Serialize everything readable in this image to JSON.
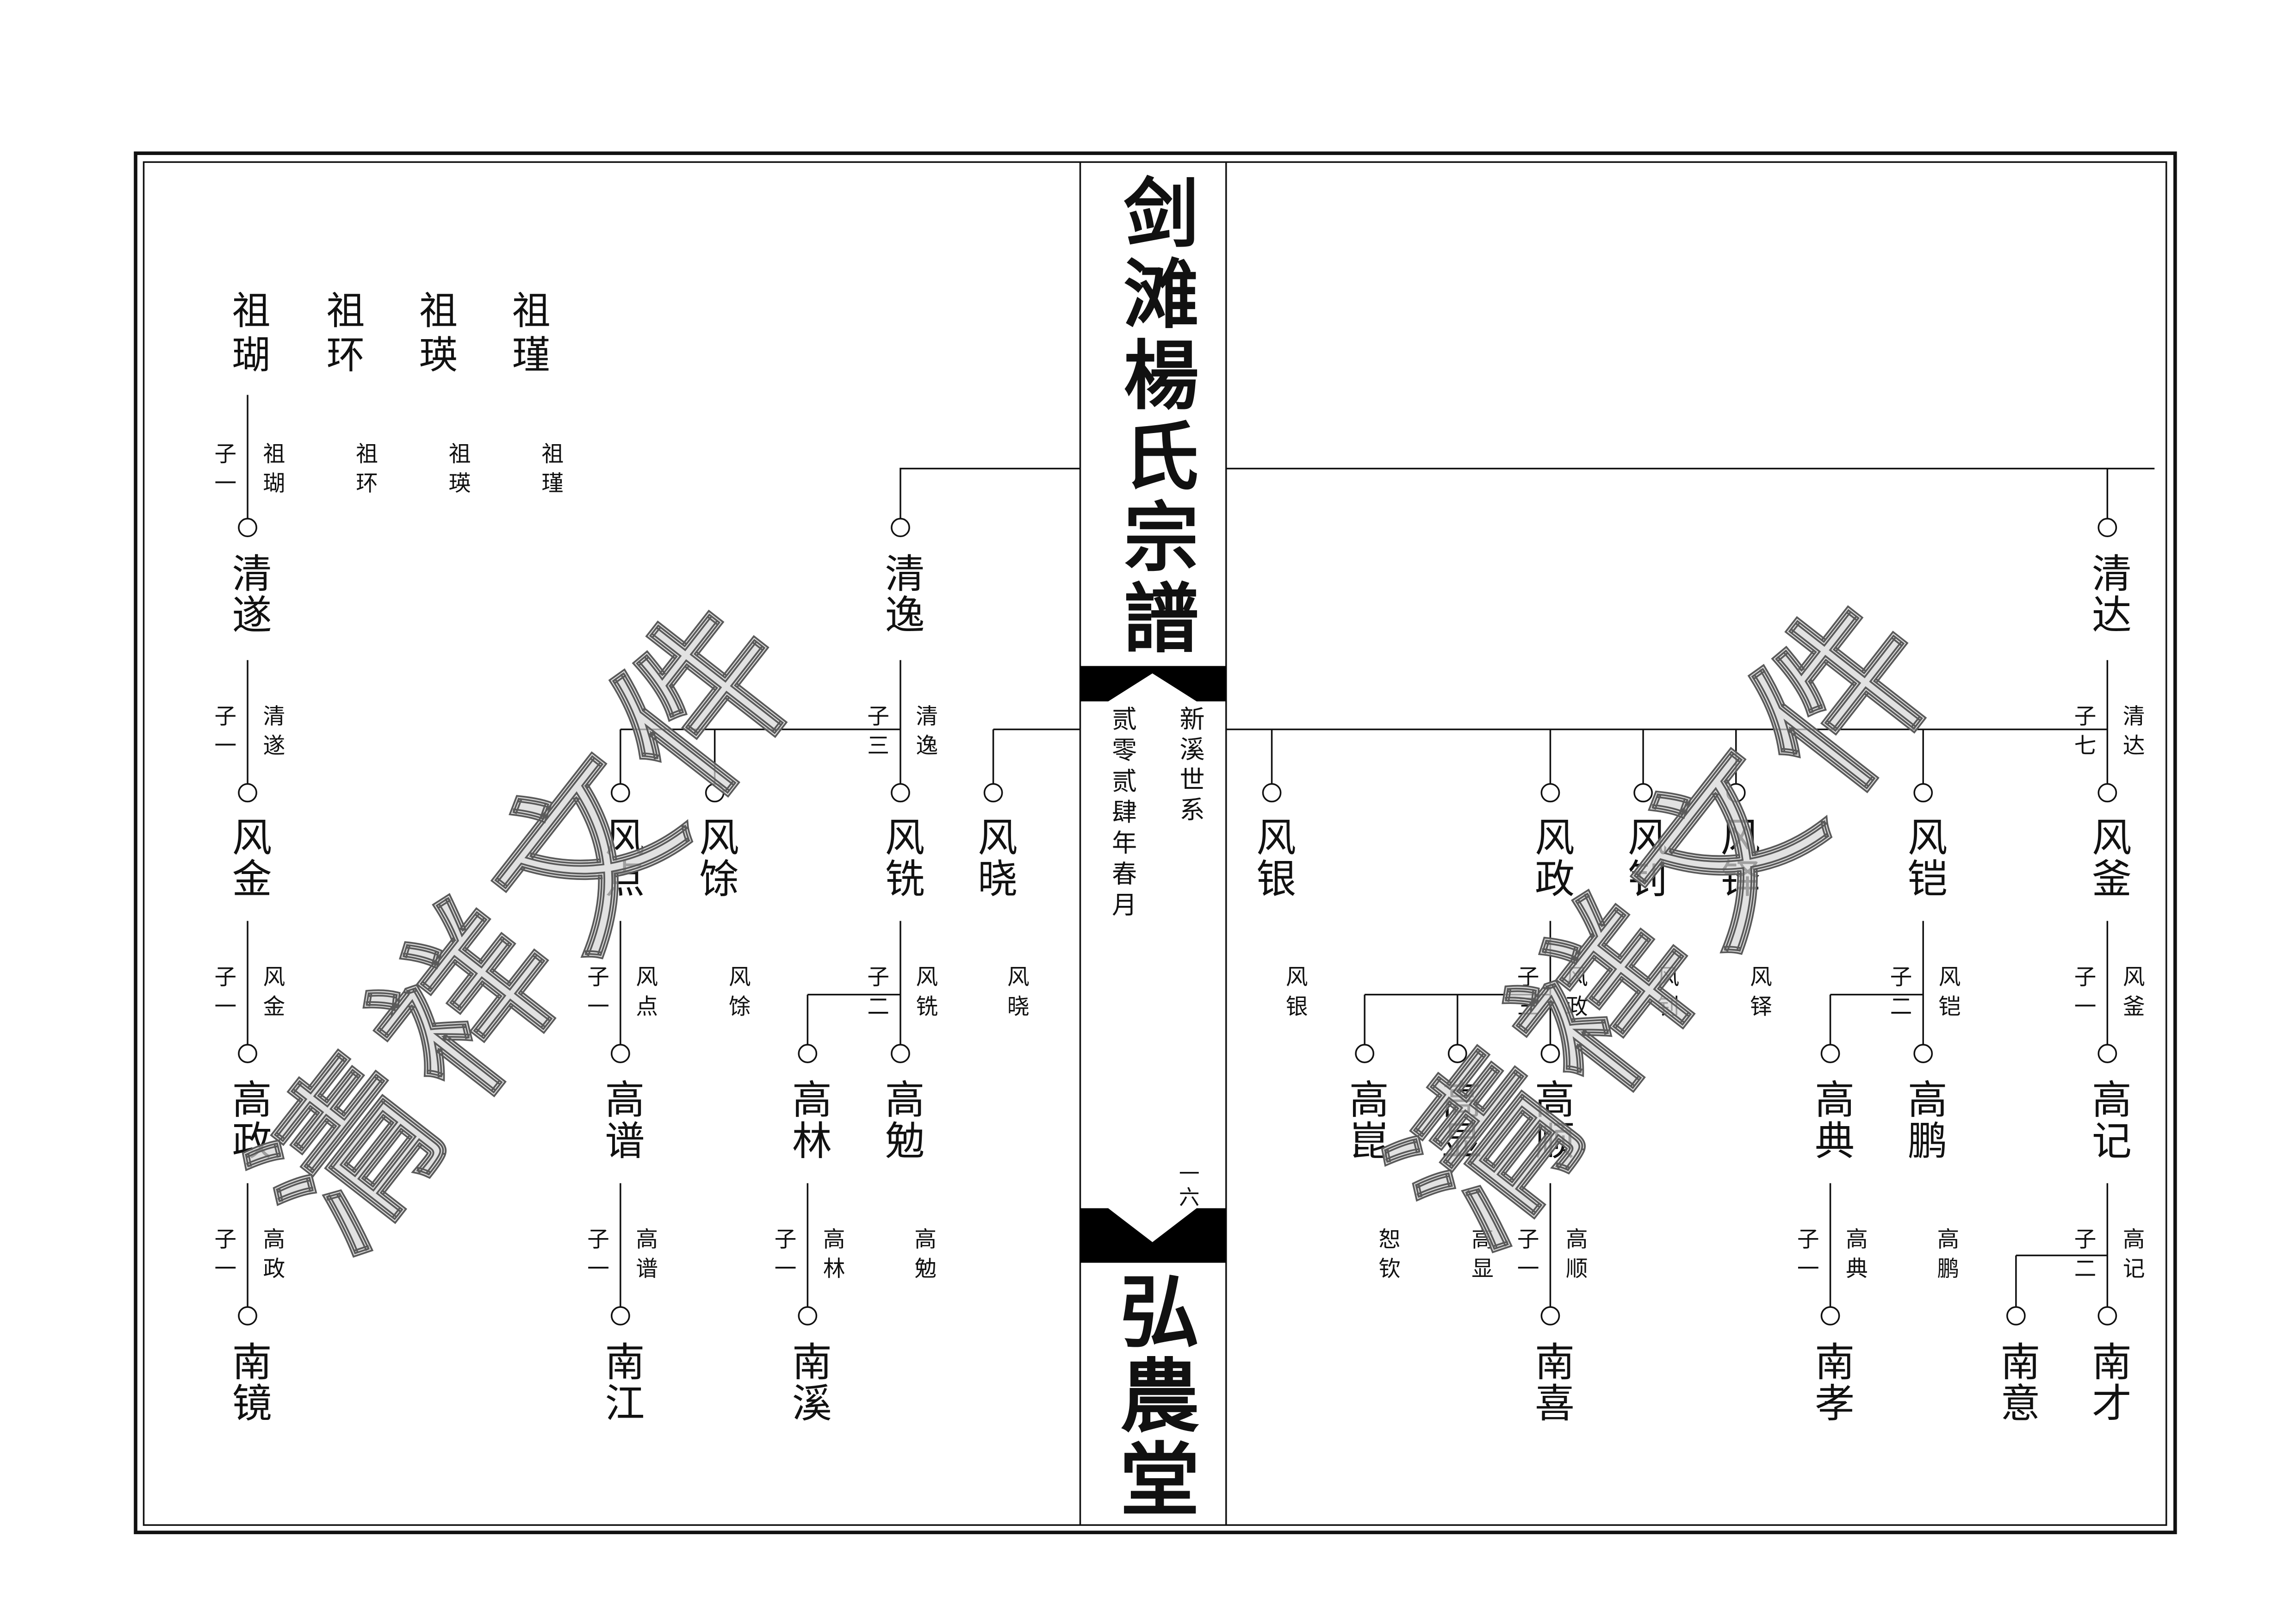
{
  "title": "剑滩楊氏宗譜",
  "hall_name": "弘農堂",
  "branch": "新溪世系",
  "date": "贰零贰肆年春月",
  "page_number": "一六",
  "watermark": "清祥文件",
  "generations": [
    {
      "persons": [
        {
          "name": "祖瑚",
          "sons": "子一",
          "note": "祖瑚"
        },
        {
          "name": "祖环",
          "note": "祖环"
        },
        {
          "name": "祖瑛",
          "note": "祖瑛"
        },
        {
          "name": "祖瑾",
          "note": "祖瑾"
        }
      ]
    },
    {
      "persons": [
        {
          "name": "清遂",
          "sons": "子一",
          "note": "清遂"
        },
        {
          "name": "清逸",
          "sons": "子三",
          "note": "清逸"
        },
        {
          "name": "清达",
          "sons": "子七",
          "note": "清达"
        }
      ]
    },
    {
      "persons": [
        {
          "name": "风金",
          "sons": "子一",
          "note": "风金"
        },
        {
          "name": "风点",
          "sons": "子一",
          "note": "风点"
        },
        {
          "name": "风馀",
          "note": "风馀"
        },
        {
          "name": "风铣",
          "sons": "子二",
          "note": "风铣"
        },
        {
          "name": "风晓",
          "note": "风晓"
        },
        {
          "name": "风银",
          "note": "风银"
        },
        {
          "name": "风政",
          "sons": "子三",
          "note": "风政"
        },
        {
          "name": "风钊",
          "note": "风钊"
        },
        {
          "name": "风铎",
          "note": "风铎"
        },
        {
          "name": "风铠",
          "sons": "子二",
          "note": "风铠"
        },
        {
          "name": "风釜",
          "sons": "子一",
          "note": "风釜"
        }
      ]
    },
    {
      "persons": [
        {
          "name": "高政",
          "sons": "子一",
          "note": "高政"
        },
        {
          "name": "高谱",
          "sons": "子一",
          "note": "高谱"
        },
        {
          "name": "高林",
          "sons": "子一",
          "note": "高林"
        },
        {
          "name": "高勉",
          "note": "高勉"
        },
        {
          "name": "高崑",
          "note": "恕钦"
        },
        {
          "name": "高显",
          "note": "高显"
        },
        {
          "name": "高顺",
          "sons": "子一",
          "note": "高顺"
        },
        {
          "name": "高典",
          "sons": "子一",
          "note": "高典"
        },
        {
          "name": "高鹏",
          "note": "高鹏"
        },
        {
          "name": "高记",
          "sons": "子二",
          "note": "高记"
        }
      ]
    },
    {
      "persons": [
        {
          "name": "南镜"
        },
        {
          "name": "南江"
        },
        {
          "name": "南溪"
        },
        {
          "name": "南喜"
        },
        {
          "name": "南孝"
        },
        {
          "name": "南意"
        },
        {
          "name": "南才"
        }
      ]
    }
  ]
}
